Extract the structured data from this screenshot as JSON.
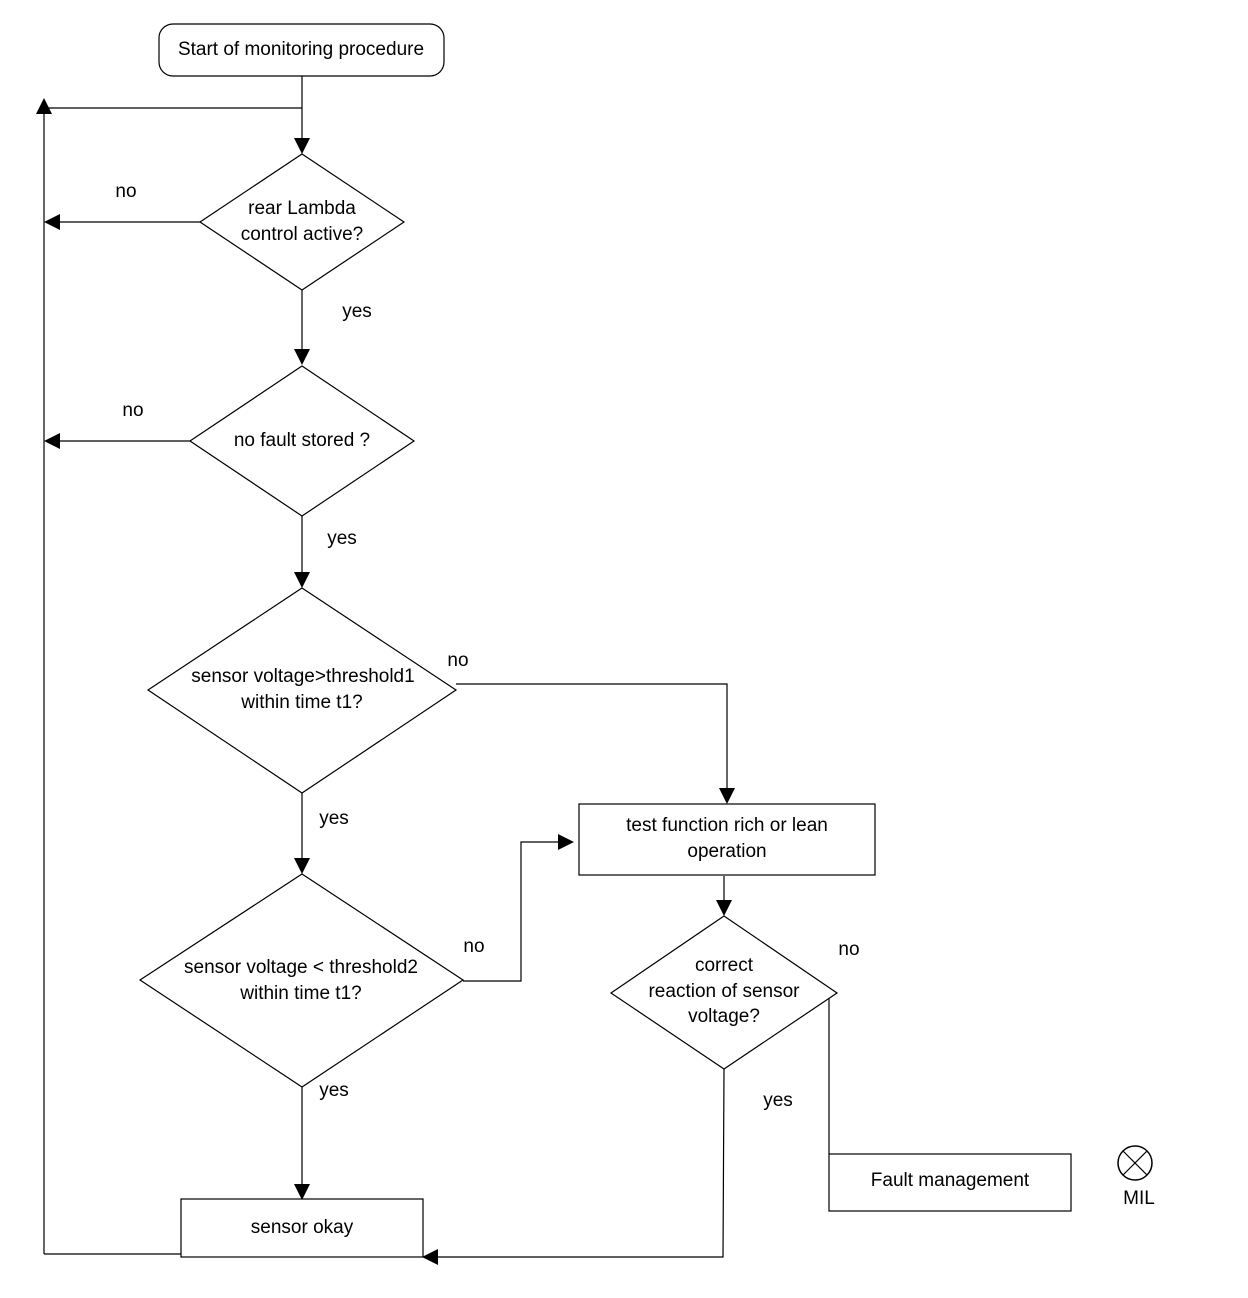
{
  "nodes": {
    "start": {
      "label": "Start of monitoring procedure"
    },
    "rear_lambda": {
      "lines": [
        "rear Lambda",
        "control active?"
      ]
    },
    "no_fault": {
      "lines": [
        "no fault stored ?"
      ]
    },
    "threshold1": {
      "lines": [
        "sensor voltage>threshold1",
        "within time t1?"
      ]
    },
    "threshold2": {
      "lines": [
        "sensor voltage < threshold2",
        "within time t1?"
      ]
    },
    "test_function": {
      "lines": [
        "test function rich or lean",
        "operation"
      ]
    },
    "correct_reaction": {
      "lines": [
        "correct",
        "reaction of sensor",
        "voltage?"
      ]
    },
    "sensor_okay": {
      "label": "sensor okay"
    },
    "fault_management": {
      "label": "Fault management"
    }
  },
  "edge_labels": {
    "rear_lambda_no": "no",
    "rear_lambda_yes": "yes",
    "no_fault_no": "no",
    "no_fault_yes": "yes",
    "threshold1_no": "no",
    "threshold1_yes": "yes",
    "threshold2_no": "no",
    "threshold2_yes": "yes",
    "correct_reaction_no": "no",
    "correct_reaction_yes": "yes"
  },
  "mil": {
    "label": "MIL",
    "icon": "lamp-cross-icon"
  }
}
